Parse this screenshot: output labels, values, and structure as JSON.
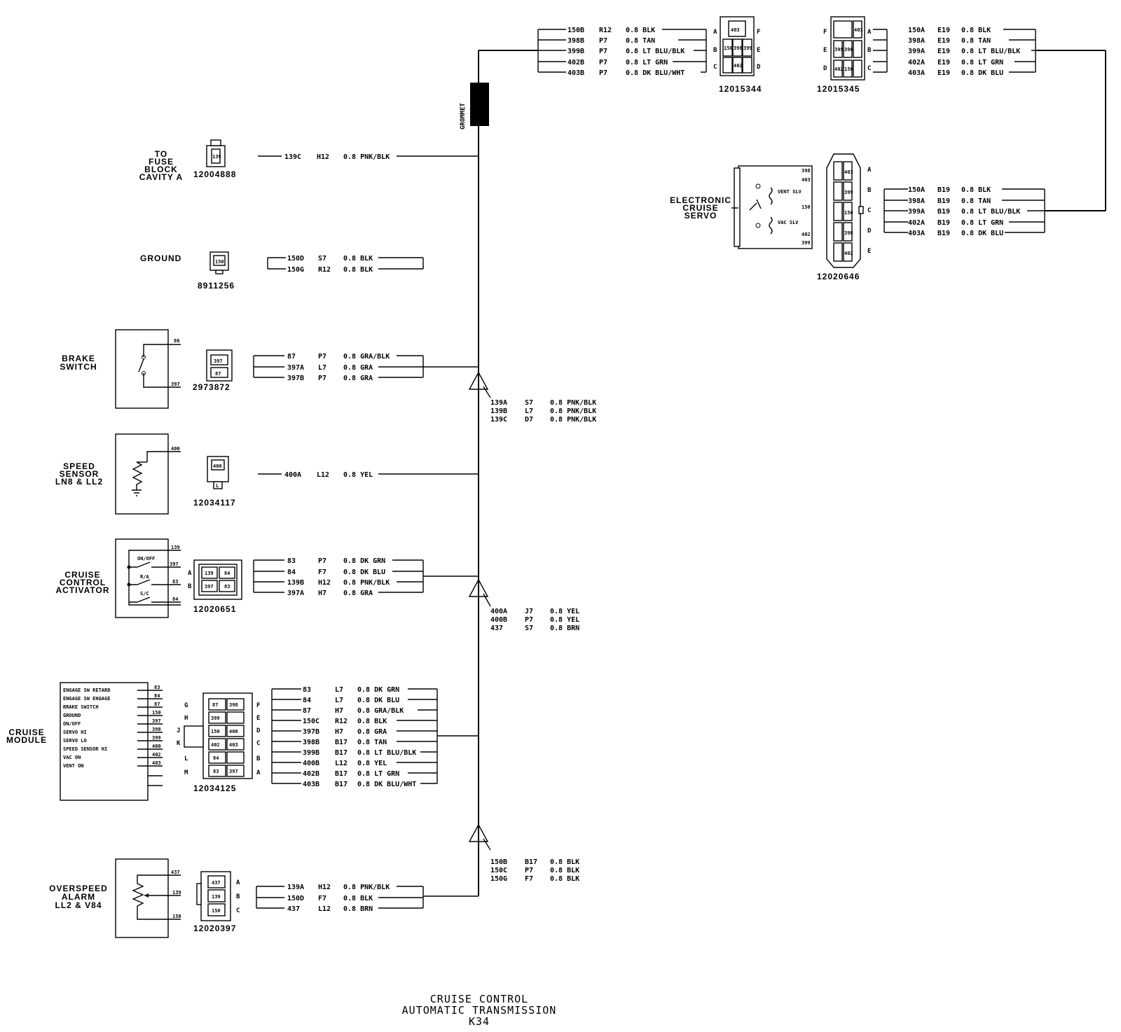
{
  "title": {
    "line1": "CRUISE CONTROL",
    "line2": "AUTOMATIC TRANSMISSION",
    "line3": "K34"
  },
  "grommet": "GROMMET",
  "top_connectors": {
    "c1": {
      "part": "12015344",
      "pins_left": [
        "A",
        "B",
        "C"
      ],
      "pins_right": [
        "F",
        "E",
        "D"
      ],
      "cells": [
        "403",
        "150",
        "398",
        "399",
        "402"
      ],
      "wires": [
        {
          "circuit": "150B",
          "loc": "R12",
          "spec": "0.8 BLK"
        },
        {
          "circuit": "398B",
          "loc": "P7",
          "spec": "0.8 TAN"
        },
        {
          "circuit": "399B",
          "loc": "P7",
          "spec": "0.8 LT BLU/BLK"
        },
        {
          "circuit": "402B",
          "loc": "P7",
          "spec": "0.8 LT GRN"
        },
        {
          "circuit": "403B",
          "loc": "P7",
          "spec": "0.8 DK BLU/WHT"
        }
      ]
    },
    "c2": {
      "part": "12015345",
      "pins_left": [
        "F",
        "E",
        "D"
      ],
      "pins_right": [
        "A",
        "B",
        "C"
      ],
      "cells": [
        "403",
        "399",
        "398",
        "402",
        "150"
      ],
      "wires": [
        {
          "circuit": "150A",
          "loc": "E19",
          "spec": "0.8 BLK"
        },
        {
          "circuit": "398A",
          "loc": "E19",
          "spec": "0.8 TAN"
        },
        {
          "circuit": "399A",
          "loc": "E19",
          "spec": "0.8 LT BLU/BLK"
        },
        {
          "circuit": "402A",
          "loc": "E19",
          "spec": "0.8 LT GRN"
        },
        {
          "circuit": "403A",
          "loc": "E19",
          "spec": "0.8 DK BLU"
        }
      ]
    }
  },
  "servo": {
    "label_lines": [
      "ELECTRONIC",
      "CRUISE",
      "SERVO"
    ],
    "part": "12020646",
    "pins": [
      "A",
      "B",
      "C",
      "D",
      "E"
    ],
    "cells": [
      "403",
      "399",
      "150",
      "398",
      "402"
    ],
    "inner": {
      "vent": "VENT SLV",
      "vac": "VAC SLV",
      "t398": "398",
      "t403": "403",
      "t150": "150",
      "t402": "402",
      "t399": "399"
    },
    "wires": [
      {
        "circuit": "150A",
        "loc": "B19",
        "spec": "0.8 BLK"
      },
      {
        "circuit": "398A",
        "loc": "B19",
        "spec": "0.8 TAN"
      },
      {
        "circuit": "399A",
        "loc": "B19",
        "spec": "0.8 LT BLU/BLK"
      },
      {
        "circuit": "402A",
        "loc": "B19",
        "spec": "0.8 LT GRN"
      },
      {
        "circuit": "403A",
        "loc": "B19",
        "spec": "0.8 DK BLU"
      }
    ]
  },
  "fuse": {
    "label_lines": [
      "TO",
      "FUSE",
      "BLOCK",
      "CAVITY A"
    ],
    "part": "12004888",
    "cell": "139",
    "wire": {
      "circuit": "139C",
      "loc": "H12",
      "spec": "0.8 PNK/BLK"
    }
  },
  "ground": {
    "label": "GROUND",
    "part": "8911256",
    "cell": "150",
    "wires": [
      {
        "circuit": "150D",
        "loc": "S7",
        "spec": "0.8 BLK"
      },
      {
        "circuit": "150G",
        "loc": "R12",
        "spec": "0.8 BLK"
      }
    ]
  },
  "brake": {
    "label_lines": [
      "BRAKE",
      "SWITCH"
    ],
    "part": "2973872",
    "cells": [
      "397",
      "87"
    ],
    "term_top": "86",
    "term_bot": "397",
    "wires": [
      {
        "circuit": "87",
        "loc": "P7",
        "spec": "0.8 GRA/BLK"
      },
      {
        "circuit": "397A",
        "loc": "L7",
        "spec": "0.8 GRA"
      },
      {
        "circuit": "397B",
        "loc": "P7",
        "spec": "0.8 GRA"
      }
    ]
  },
  "splice1": {
    "wires": [
      {
        "circuit": "139A",
        "loc": "S7",
        "spec": "0.8 PNK/BLK"
      },
      {
        "circuit": "139B",
        "loc": "L7",
        "spec": "0.8 PNK/BLK"
      },
      {
        "circuit": "139C",
        "loc": "D7",
        "spec": "0.8 PNK/BLK"
      }
    ]
  },
  "speed": {
    "label_lines": [
      "SPEED",
      "SENSOR",
      "LN8 & LL2"
    ],
    "part": "12034117",
    "cell": "400",
    "cell2": "L",
    "term": "400",
    "wire": {
      "circuit": "400A",
      "loc": "L12",
      "spec": "0.8 YEL"
    }
  },
  "activator": {
    "label_lines": [
      "CRUISE",
      "CONTROL",
      "ACTIVATOR"
    ],
    "part": "12020651",
    "row_labels": [
      "A",
      "B"
    ],
    "cells": [
      "139",
      "84",
      "397",
      "83"
    ],
    "terms": [
      "139",
      "397",
      "83",
      "84"
    ],
    "switches": [
      "ON/OFF",
      "R/A",
      "S/C"
    ],
    "wires": [
      {
        "circuit": "83",
        "loc": "P7",
        "spec": "0.8 DK GRN"
      },
      {
        "circuit": "84",
        "loc": "F7",
        "spec": "0.8 DK BLU"
      },
      {
        "circuit": "139B",
        "loc": "H12",
        "spec": "0.8 PNK/BLK"
      },
      {
        "circuit": "397A",
        "loc": "H7",
        "spec": "0.8 GRA"
      }
    ]
  },
  "splice2": {
    "wires": [
      {
        "circuit": "400A",
        "loc": "J7",
        "spec": "0.8 YEL"
      },
      {
        "circuit": "400B",
        "loc": "P7",
        "spec": "0.8 YEL"
      },
      {
        "circuit": "437",
        "loc": "S7",
        "spec": "0.8 BRN"
      }
    ]
  },
  "module": {
    "label_lines": [
      "CRUISE",
      "MODULE"
    ],
    "part": "12034125",
    "functions": [
      {
        "name": "ENGAGE SW RETARD",
        "term": "83"
      },
      {
        "name": "ENGAGE SW ENGAGE",
        "term": "84"
      },
      {
        "name": "BRAKE SWITCH",
        "term": "87"
      },
      {
        "name": "GROUND",
        "term": "150"
      },
      {
        "name": "ON/OFF",
        "term": "397"
      },
      {
        "name": "SERVO HI",
        "term": "398"
      },
      {
        "name": "SERVO LO",
        "term": "399"
      },
      {
        "name": "SPEED SENSOR HI",
        "term": "400"
      },
      {
        "name": "VAC ON",
        "term": "402"
      },
      {
        "name": "VENT ON",
        "term": "403"
      }
    ],
    "left_pins": [
      "G",
      "H",
      "J",
      "K",
      "L",
      "M"
    ],
    "right_pins": [
      "F",
      "E",
      "D",
      "C",
      "B",
      "A"
    ],
    "cells": [
      "87",
      "398",
      "399",
      "",
      "150",
      "400",
      "402",
      "403",
      "84",
      "",
      "83",
      "397"
    ],
    "wires": [
      {
        "circuit": "83",
        "loc": "L7",
        "spec": "0.8 DK GRN"
      },
      {
        "circuit": "84",
        "loc": "L7",
        "spec": "0.8 DK BLU"
      },
      {
        "circuit": "87",
        "loc": "H7",
        "spec": "0.8 GRA/BLK"
      },
      {
        "circuit": "150C",
        "loc": "R12",
        "spec": "0.8 BLK"
      },
      {
        "circuit": "397B",
        "loc": "H7",
        "spec": "0.8 GRA"
      },
      {
        "circuit": "398B",
        "loc": "B17",
        "spec": "0.8 TAN"
      },
      {
        "circuit": "399B",
        "loc": "B17",
        "spec": "0.8 LT BLU/BLK"
      },
      {
        "circuit": "400B",
        "loc": "L12",
        "spec": "0.8 YEL"
      },
      {
        "circuit": "402B",
        "loc": "B17",
        "spec": "0.8 LT GRN"
      },
      {
        "circuit": "403B",
        "loc": "B17",
        "spec": "0.8 DK BLU/WHT"
      }
    ]
  },
  "splice3": {
    "wires": [
      {
        "circuit": "150B",
        "loc": "B17",
        "spec": "0.8 BLK"
      },
      {
        "circuit": "150C",
        "loc": "P7",
        "spec": "0.8 BLK"
      },
      {
        "circuit": "150G",
        "loc": "F7",
        "spec": "0.8 BLK"
      }
    ]
  },
  "overspeed": {
    "label_lines": [
      "OVERSPEED",
      "ALARM",
      "LL2 & V84"
    ],
    "part": "12020397",
    "pins": [
      "A",
      "B",
      "C"
    ],
    "cells": [
      "437",
      "139",
      "150"
    ],
    "terms": [
      "437",
      "139",
      "150"
    ],
    "wires": [
      {
        "circuit": "139A",
        "loc": "H12",
        "spec": "0.8 PNK/BLK"
      },
      {
        "circuit": "150D",
        "loc": "F7",
        "spec": "0.8 BLK"
      },
      {
        "circuit": "437",
        "loc": "L12",
        "spec": "0.8 BRN"
      }
    ]
  }
}
